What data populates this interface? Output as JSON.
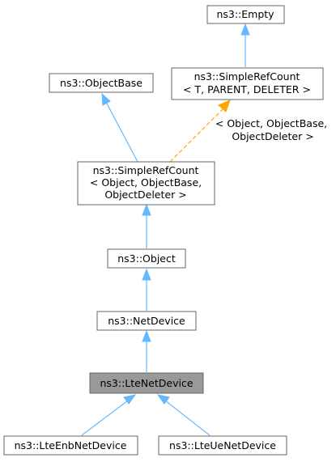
{
  "nodes": {
    "empty": {
      "lines": [
        "ns3::Empty"
      ]
    },
    "simplerefcount_template": {
      "lines": [
        "ns3::SimpleRefCount",
        "< T, PARENT, DELETER >"
      ]
    },
    "objectbase": {
      "lines": [
        "ns3::ObjectBase"
      ]
    },
    "simplerefcount_object": {
      "lines": [
        "ns3::SimpleRefCount",
        "< Object, ObjectBase,",
        "ObjectDeleter >"
      ]
    },
    "object": {
      "lines": [
        "ns3::Object"
      ]
    },
    "netdevice": {
      "lines": [
        "ns3::NetDevice"
      ]
    },
    "ltenetdevice": {
      "lines": [
        "ns3::LteNetDevice"
      ]
    },
    "lteenbnetdevice": {
      "lines": [
        "ns3::LteEnbNetDevice"
      ]
    },
    "lteuenetdevice": {
      "lines": [
        "ns3::LteUeNetDevice"
      ]
    }
  },
  "edge_labels": {
    "template_instantiation": [
      "< Object, ObjectBase,",
      "ObjectDeleter >"
    ]
  },
  "colors": {
    "inheritance_edge": "#63b8ff",
    "template_edge": "#ffa500",
    "highlight_fill": "#999999",
    "node_border": "#666666"
  }
}
